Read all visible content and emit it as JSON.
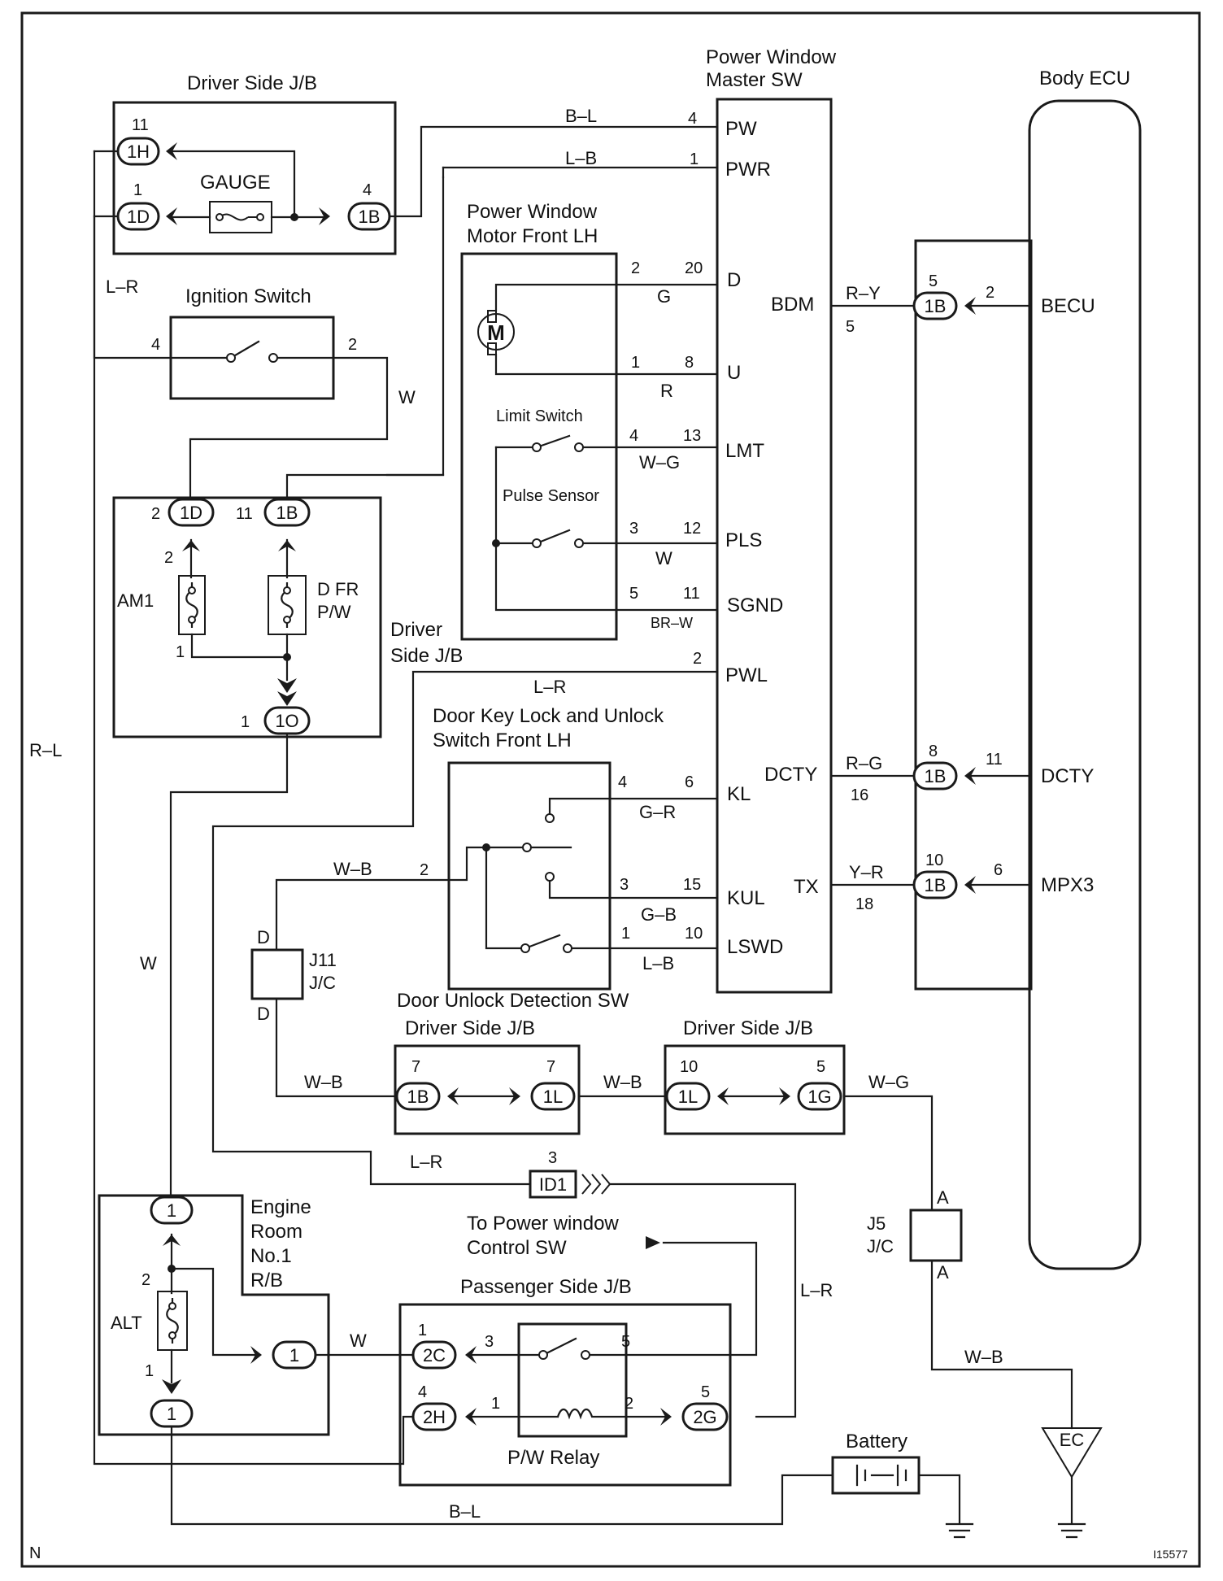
{
  "components": {
    "dsjb_top": "Driver Side J/B",
    "master_sw": [
      "Power Window",
      "Master SW"
    ],
    "body_ecu": "Body ECU",
    "gauge": "GAUGE",
    "ignition": "Ignition Switch",
    "motor": [
      "Power Window",
      "Motor Front LH"
    ],
    "motor_letter": "M",
    "limit_sw": "Limit Switch",
    "pulse_sensor": "Pulse Sensor",
    "am1": "AM1",
    "dfr": [
      "D FR",
      "P/W"
    ],
    "dsjb_mid": [
      "Driver",
      "Side J/B"
    ],
    "door_key": [
      "Door Key Lock and Unlock",
      "Switch Front LH"
    ],
    "j11": [
      "J11",
      "J/C"
    ],
    "door_unlock": "Door Unlock Detection SW",
    "dsjb_low1": "Driver Side J/B",
    "dsjb_low2": "Driver Side J/B",
    "engine_rb": [
      "Engine",
      "Room",
      "No.1",
      "R/B"
    ],
    "alt": "ALT",
    "to_pw": [
      "To Power window",
      "Control SW"
    ],
    "pass_jb": "Passenger Side J/B",
    "j5": [
      "J5",
      "J/C"
    ],
    "pw_relay": "P/W Relay",
    "battery": "Battery",
    "ec": "EC",
    "corner_n": "N",
    "fig_id": "I15577"
  },
  "master_terminals": [
    "PW",
    "PWR",
    "D",
    "U",
    "LMT",
    "PLS",
    "SGND",
    "PWL",
    "KL",
    "KUL",
    "LSWD",
    "BDM",
    "DCTY",
    "TX"
  ],
  "ecu_terminals": [
    "BECU",
    "DCTY",
    "MPX3"
  ],
  "connectors": [
    "1H",
    "1D",
    "1B",
    "1D",
    "1B",
    "1O",
    "1B",
    "1B",
    "1B",
    "1B",
    "1L",
    "1L",
    "1G",
    "ID1",
    "1",
    "1",
    "1",
    "2C",
    "2H",
    "2G"
  ],
  "j11_pins": [
    "D",
    "D"
  ],
  "j5_pins": [
    "A",
    "A"
  ],
  "wires": [
    "B–L",
    "L–B",
    "L–R",
    "W",
    "G",
    "R",
    "W–G",
    "W",
    "BR–W",
    "L–R",
    "G–R",
    "W–B",
    "G–B",
    "L–B",
    "R–Y",
    "R–G",
    "Y–R",
    "R–L",
    "W",
    "W–B",
    "W–B",
    "W–G",
    "L–R",
    "L–R",
    "W",
    "W–B",
    "B–L"
  ],
  "pins": [
    "11",
    "1",
    "4",
    "4",
    "1",
    "4",
    "2",
    "2",
    "11",
    "2",
    "1",
    "1",
    "2",
    "20",
    "1",
    "8",
    "4",
    "13",
    "3",
    "12",
    "5",
    "11",
    "2",
    "4",
    "6",
    "2",
    "3",
    "15",
    "1",
    "10",
    "5",
    "2",
    "5",
    "8",
    "11",
    "16",
    "10",
    "6",
    "18",
    "7",
    "7",
    "10",
    "5",
    "3",
    "2",
    "1",
    "1",
    "3",
    "5",
    "4",
    "1",
    "2",
    "5"
  ]
}
